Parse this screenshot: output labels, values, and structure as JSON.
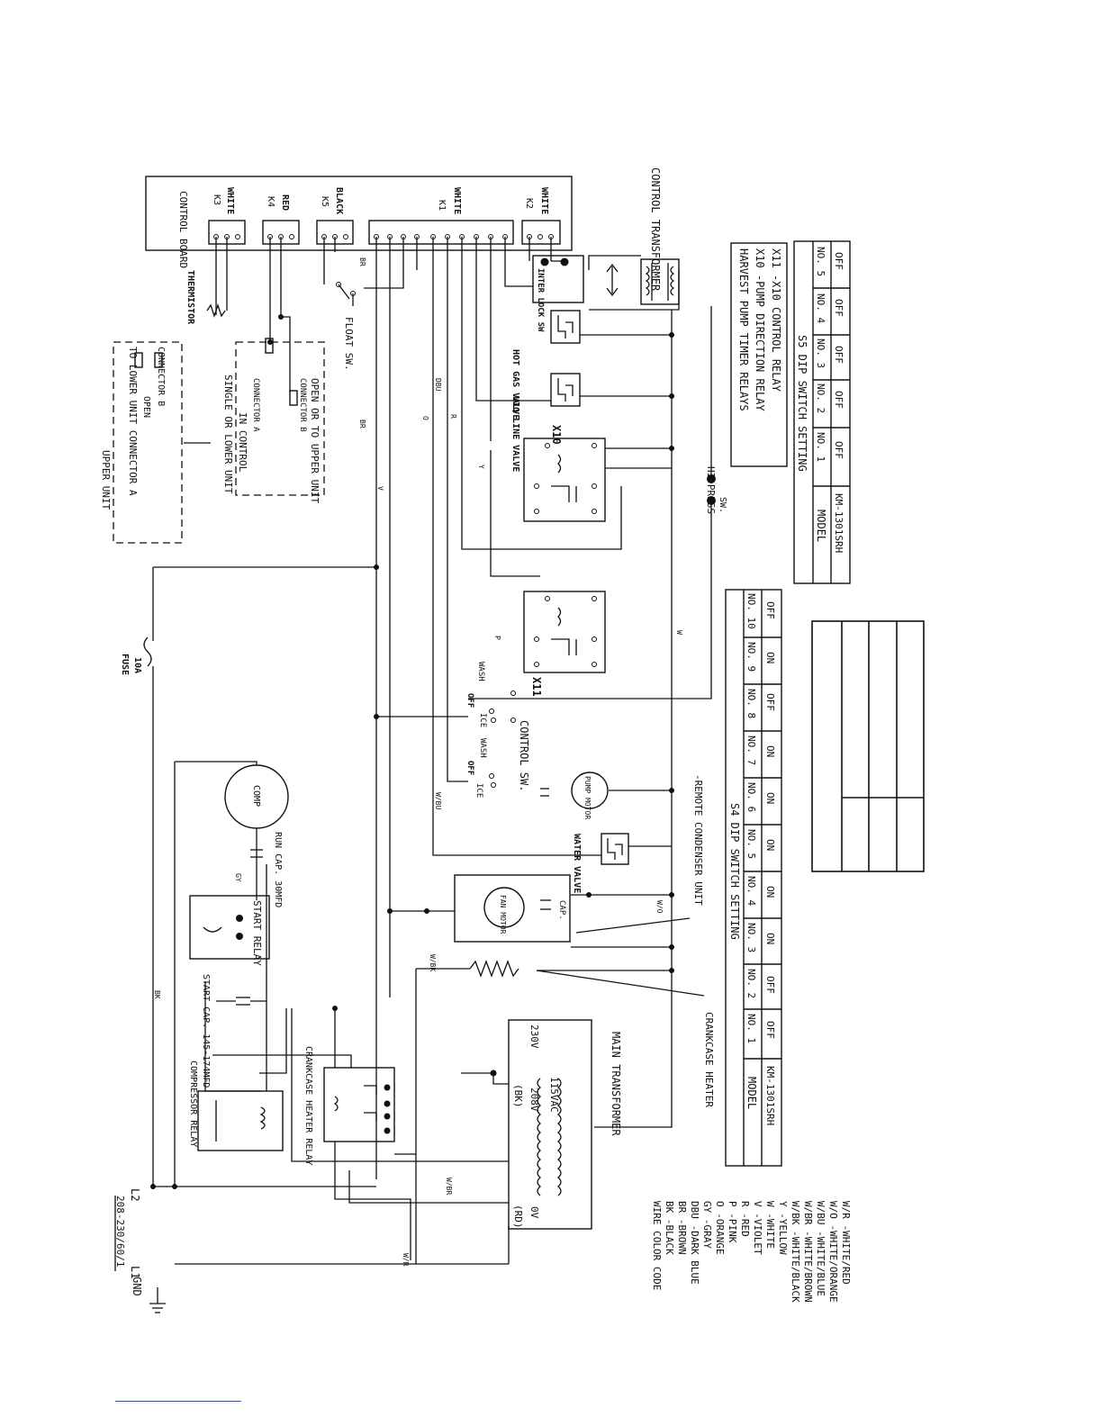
{
  "board": {
    "title": "CONTROL BOARD",
    "k3_label": "K3",
    "k3_color": "WHITE",
    "k4_label": "K4",
    "k4_color": "RED",
    "k5_label": "K5",
    "k5_color": "BLACK",
    "k1_label": "K1",
    "k1_color": "WHITE",
    "k2_label": "K2",
    "k2_color": "WHITE"
  },
  "components": {
    "thermistor": "THERMISTOR",
    "float_sw": "FLOAT SW.",
    "control_transformer": "CONTROL TRANSFORMER",
    "interlock_sw": "INTER LOCK SW",
    "hot_gas_valve": "HOT GAS VALVE",
    "liq_line_valve": "LIQ LINE VALVE",
    "x10": "X10",
    "x11": "X11",
    "hi_press": "HI-PRESS",
    "hi_press_sw": "SW.",
    "control_sw": "CONTROL SW.",
    "pump_motor": "PUMP MOTOR",
    "water_valve": "WATER VALVE",
    "fan_motor": "FAN MOTOR",
    "cap": "CAP.",
    "remote_condenser": "-REMOTE CONDENSER UNIT",
    "crankcase_heater": "CRANKCASE HEATER",
    "crankcase_heater_relay": "CRANKCASE HEATER RELAY",
    "compressor_relay": "COMPRESSOR RELAY",
    "main_transformer": "MAIN TRANSFORMER",
    "comp": "COMP",
    "run_cap": "RUN CAP. 30MFD",
    "start_relay": "START RELAY",
    "start_cap": "START CAP. 145-174MFD",
    "fuse": "FUSE",
    "fuse_rating": "10A",
    "power": "208-230/60/1",
    "gnd": "GND",
    "l1": "L1",
    "l2": "L2",
    "xfmr_0v": "0V",
    "xfmr_208v": "208V",
    "xfmr_230v": "230V",
    "xfmr_115vac": "115VAC",
    "xfmr_tap_bk": "(BK)",
    "xfmr_tap_rd": "(RD)"
  },
  "control_sw_positions": {
    "off1": "OFF",
    "wash1": "WASH",
    "off2": "OFF",
    "wash2": "WASH",
    "ice1": "ICE",
    "ice2": "ICE"
  },
  "connectors": {
    "upper_unit": "UPPER UNIT",
    "to_lower": "TO LOWER UNIT CONNECTOR A",
    "open": "OPEN",
    "connector_b": "CONNECTOR B",
    "single_or_lower": "SINGLE OR LOWER UNIT",
    "in_control": "IN CONTROL",
    "connector_a": "CONNECTOR A",
    "connector_b2": "CONNECTOR B",
    "open_or_upper": "OPEN OR TO UPPER UNIT"
  },
  "s5": {
    "title": "S5 DIP SWITCH SETTING",
    "headers": [
      "MODEL",
      "NO. 1",
      "NO. 2",
      "NO. 3",
      "NO. 4",
      "NO. 5"
    ],
    "row": [
      "KM-1301SRH",
      "OFF",
      "OFF",
      "OFF",
      "OFF",
      "OFF"
    ]
  },
  "relay_legend": {
    "l1": "HARVEST PUMP TIMER RELAYS",
    "l2": "X10 -PUMP DIRECTION RELAY",
    "l3": "X11 -X10 CONTROL RELAY"
  },
  "s4": {
    "title": "S4 DIP SWITCH SETTING",
    "headers": [
      "MODEL",
      "NO. 1",
      "NO. 2",
      "NO. 3",
      "NO. 4",
      "NO. 5",
      "NO. 6",
      "NO. 7",
      "NO. 8",
      "NO. 9",
      "NO. 10"
    ],
    "row": [
      "KM-1301SRH",
      "OFF",
      "OFF",
      "ON",
      "ON",
      "ON",
      "ON",
      "ON",
      "OFF",
      "ON",
      "OFF"
    ]
  },
  "wire_code": {
    "title": "WIRE COLOR CODE",
    "items": [
      "BK -BLACK",
      "BR -BROWN",
      "DBU -DARK BLUE",
      "GY -GRAY",
      "O -ORANGE",
      "P -PINK",
      "R -RED",
      "V -VIOLET",
      "W -WHITE",
      "Y -YELLOW",
      "W/BK -WHITE/BLACK",
      "W/BR -WHITE/BROWN",
      "W/BU -WHITE/BLUE",
      "W/O -WHITE/ORANGE",
      "W/R -WHITE/RED"
    ]
  },
  "wire_labels": {
    "bk": "BK",
    "br": "BR",
    "dbu": "DBU",
    "gy": "GY",
    "o": "O",
    "p": "P",
    "r": "R",
    "v": "V",
    "w": "W",
    "y": "Y",
    "wbk": "W/BK",
    "wbr": "W/BR",
    "wbu": "W/BU",
    "wo": "W/O",
    "wr": "W/R"
  }
}
